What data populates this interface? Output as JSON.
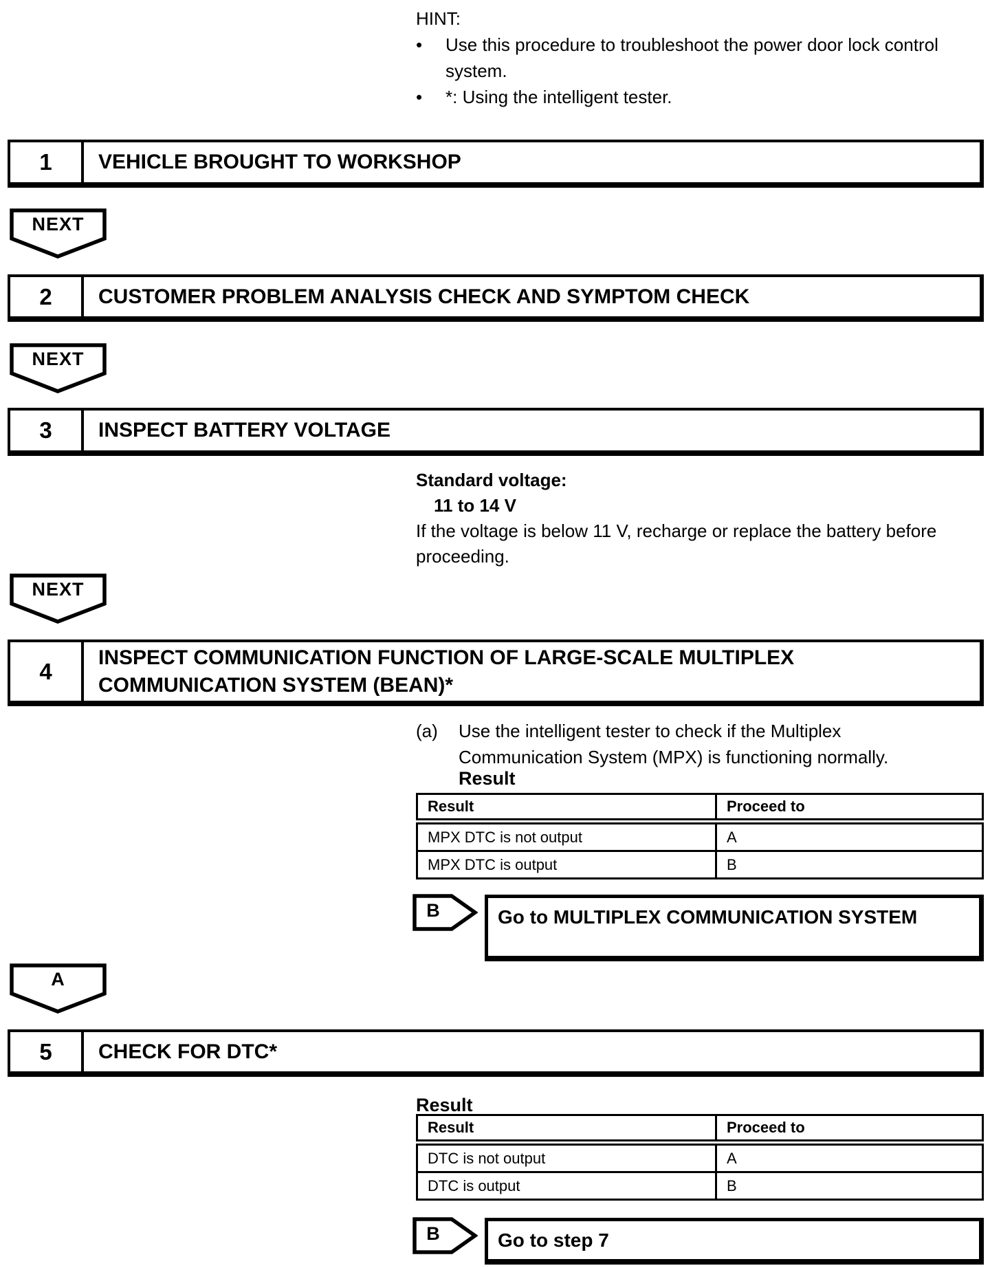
{
  "colors": {
    "ink": "#000000",
    "paper": "#ffffff"
  },
  "hint": {
    "label": "HINT:",
    "bullets": [
      {
        "marker": "•",
        "text": "Use this procedure to troubleshoot the power door lock control system."
      },
      {
        "marker": "•",
        "text": "*: Using the intelligent tester."
      }
    ]
  },
  "connectors": {
    "next1": "NEXT",
    "next2": "NEXT",
    "next3": "NEXT",
    "a": "A",
    "b1": "B",
    "b2": "B"
  },
  "step1": {
    "number": "1",
    "title": "VEHICLE BROUGHT TO WORKSHOP"
  },
  "step2": {
    "number": "2",
    "title": "CUSTOMER PROBLEM ANALYSIS CHECK AND SYMPTOM CHECK"
  },
  "step3": {
    "number": "3",
    "title": "INSPECT BATTERY VOLTAGE",
    "spec_label": "Standard voltage:",
    "spec_value": "11 to 14 V",
    "note": "If the voltage is below 11 V, recharge or replace the battery before proceeding."
  },
  "step4": {
    "number": "4",
    "title": "INSPECT COMMUNICATION FUNCTION OF LARGE-SCALE MULTIPLEX COMMUNICATION SYSTEM (BEAN)*",
    "substep_marker": "(a)",
    "substep_text": "Use the intelligent tester to check if the Multiplex Communication System (MPX) is functioning normally.",
    "result_heading": "Result",
    "table": {
      "headers": [
        "Result",
        "Proceed to"
      ],
      "rows": [
        [
          "MPX DTC is not output",
          "A"
        ],
        [
          "MPX DTC is output",
          "B"
        ]
      ]
    },
    "branch": {
      "label": "B",
      "action": "Go to MULTIPLEX COMMUNICATION SYSTEM"
    }
  },
  "step5": {
    "number": "5",
    "title": "CHECK FOR DTC*",
    "result_heading": "Result",
    "table": {
      "headers": [
        "Result",
        "Proceed to"
      ],
      "rows": [
        [
          "DTC is not output",
          "A"
        ],
        [
          "DTC is output",
          "B"
        ]
      ]
    },
    "branch": {
      "label": "B",
      "action": "Go to step 7"
    }
  }
}
